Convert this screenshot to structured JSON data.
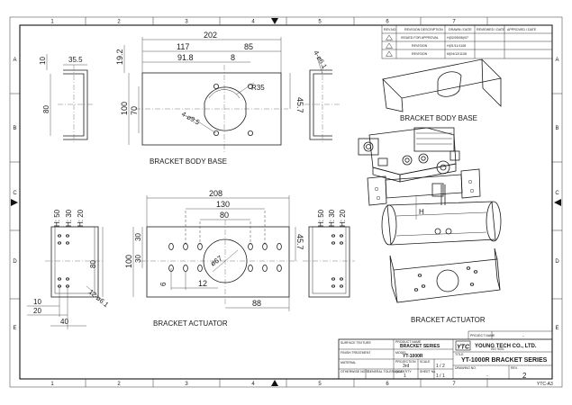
{
  "frame": {
    "col_ticks": [
      "1",
      "2",
      "3",
      "4",
      "5",
      "6",
      "7"
    ],
    "row_ticks": [
      "A",
      "B",
      "C",
      "D",
      "E"
    ]
  },
  "revision_table": {
    "headers": [
      "REV.NO.",
      "REVISION DESCRIPTION",
      "DRAWN / DATE",
      "REVIEWED / DATE",
      "APPROVED / DATE"
    ],
    "rows": [
      {
        "no": "",
        "desc": "ISSUED FOR APPROVAL",
        "drawn": "H(02/05/06)/07"
      },
      {
        "no": "",
        "desc": "REVISION",
        "drawn": "H(01/11/1108"
      },
      {
        "no": "",
        "desc": "REVISION",
        "drawn": "M(04/12/1108"
      }
    ]
  },
  "views": {
    "bracket_body_base_label": "BRACKET BODY BASE",
    "bracket_actuator_label": "BRACKET ACTUATOR",
    "iso_body_label": "BRACKET BODY BASE",
    "iso_actuator_label": "BRACKET ACTUATOR"
  },
  "body_dims": {
    "overall_width": "202",
    "width_117": "117",
    "width_85": "85",
    "width_91_8": "91.8",
    "width_8": "8",
    "height_19_2": "19.2",
    "height_100": "100",
    "height_70": "70",
    "height_45_7": "45.7",
    "radius_35": "R35",
    "holes": "4-ø9.5",
    "side_10": "10",
    "side_35_5": "35.5",
    "side_80": "80",
    "side_holes": "4-ø6.1"
  },
  "actuator_dims": {
    "overall_width": "208",
    "width_130": "130",
    "width_80": "80",
    "width_88": "88",
    "height_100": "100",
    "height_30a": "30",
    "height_30b": "30",
    "height_45_7": "45.7",
    "dim_6": "6",
    "dim_12": "12",
    "bore": "ø67",
    "left_h50": "H: 50",
    "left_h30": "H: 30",
    "left_h20": "H: 20",
    "right_h50": "H: 50",
    "right_h30": "H: 30",
    "right_h20": "H: 20",
    "side_80": "80",
    "side_10": "10",
    "side_20": "20",
    "side_40": "40",
    "side_holes": "12-ø6.1",
    "iso_h_label": "H"
  },
  "title_block": {
    "surface_texture_label": "SURFACE TEXTURE",
    "product_name_label": "PRODUCT NAME",
    "product_name": "BRACKET SERIES",
    "finish_label": "FINISH TREATMENT",
    "model_label": "MODEL",
    "model": "YT-1000R",
    "material_label": "MATERIAL",
    "projection_label": "PROJECTION",
    "projection": "3rd",
    "scale_label": "SCALE",
    "scale": "1 / 2",
    "other_label": "OTHERWISE NOTE",
    "tolerance_label": "GENERAL TOLERANCE",
    "quantity_label": "QUANTITY",
    "quantity": "1",
    "sheet_label": "SHEET No.",
    "sheet": "1 / 1",
    "company_logo": "YTC",
    "company_name": "YOUNG TECH CO., LTD.",
    "company_sub": "ISO 9001",
    "title_label": "TITLE",
    "title": "YT-1000R BRACKET SERIES",
    "drawing_no_label": "DRAWING NO.",
    "drawing_no": "-",
    "rev_label": "REV.",
    "rev": "2",
    "project_name_label": "PROJECT NAME",
    "project_name": "-",
    "sheet_size": "YTC-A3"
  }
}
